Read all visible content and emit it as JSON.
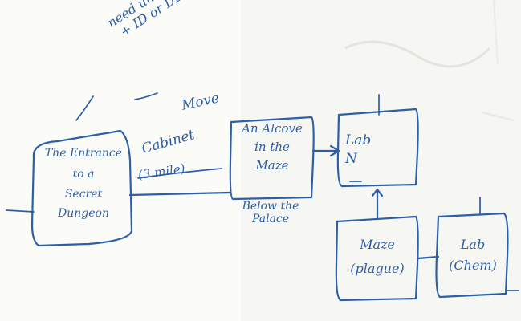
{
  "ink_color": "#2d5fa8",
  "paper_color": "#fbfbf8",
  "annotation": {
    "lines": [
      "need uniform",
      "+ ID or DEAD"
    ]
  },
  "edge_label": {
    "above": "Move",
    "middle": "Cabinet",
    "struck": "(3 mile)"
  },
  "boxes": {
    "entrance": {
      "lines": [
        "The Entrance",
        "to a",
        "Secret",
        "Dungeon"
      ]
    },
    "alcove": {
      "lines": [
        "An Alcove",
        "in the",
        "Maze"
      ]
    },
    "below": {
      "lines": [
        "Below the",
        "Palace"
      ]
    },
    "lab": {
      "lines": [
        "Lab",
        "N"
      ]
    },
    "maze": {
      "lines": [
        "Maze",
        "(plague)"
      ]
    },
    "lab_ch": {
      "lines": [
        "Lab",
        "(Chem)"
      ]
    }
  }
}
